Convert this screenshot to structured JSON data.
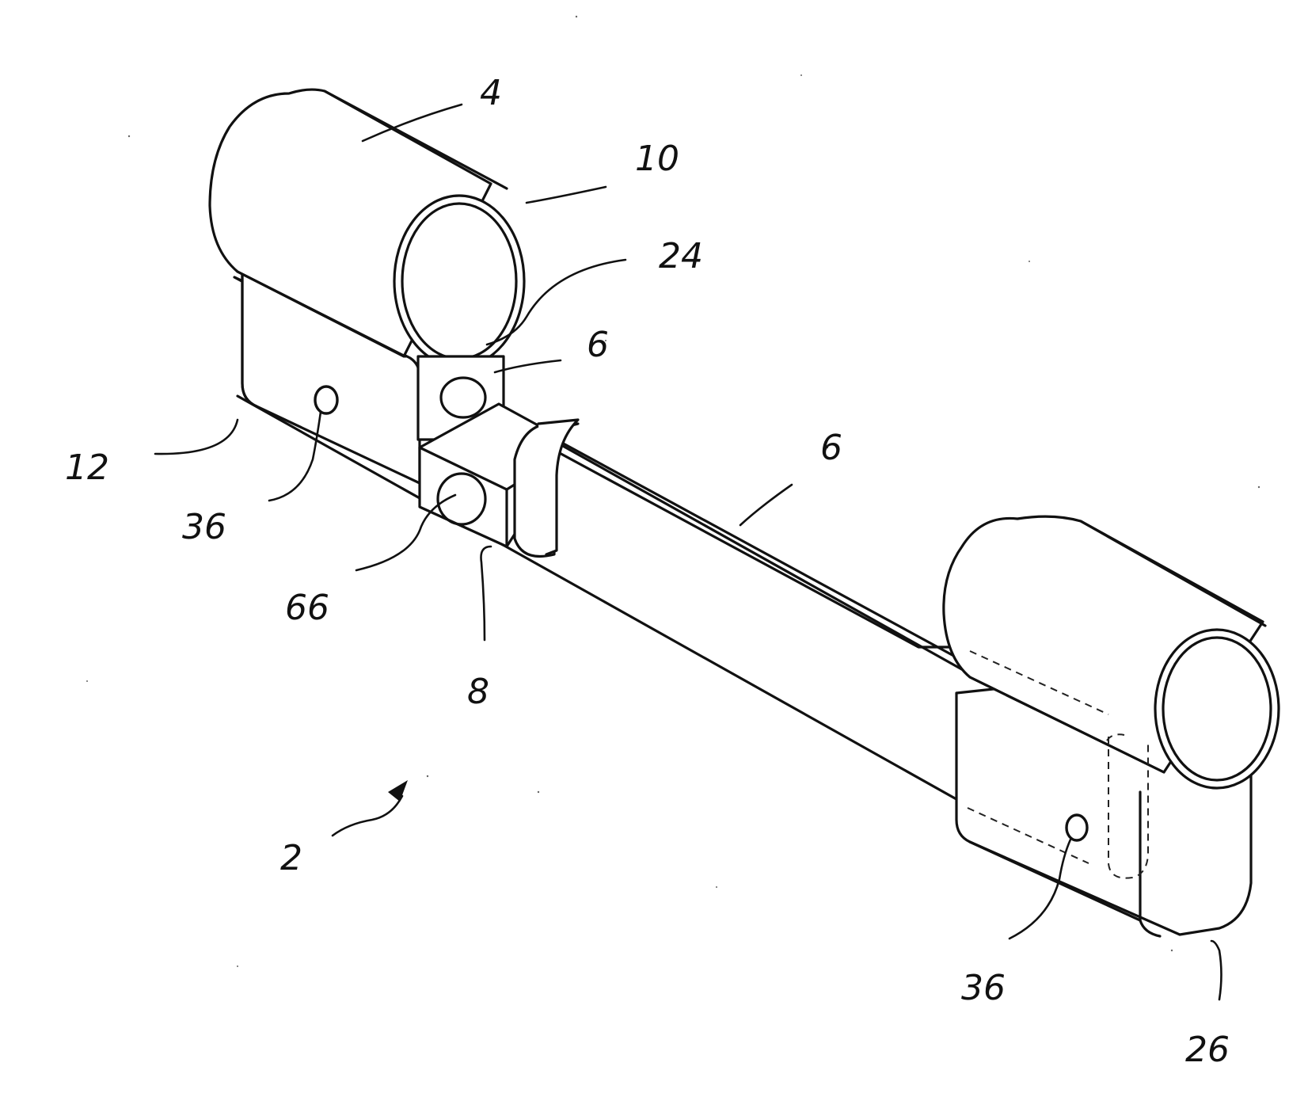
{
  "figure": {
    "reference_numerals": {
      "cylinder_housing": "4",
      "cylinder_end": "10",
      "notch": "24",
      "bar_upper": "6",
      "bar_main": "6",
      "flange": "12",
      "screw_hole_left": "36",
      "bridge": "66",
      "cam_part": "8",
      "assembly": "2",
      "screw_hole_right": "36",
      "right_end": "26"
    }
  }
}
